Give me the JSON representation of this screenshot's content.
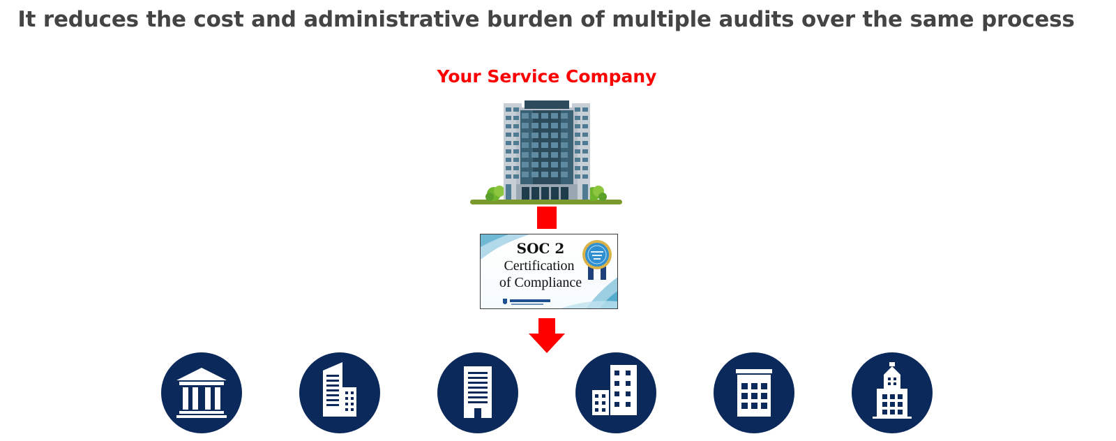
{
  "headline": "It reduces the cost and administrative burden of multiple audits over the same process",
  "company": {
    "title": "Your Service Company",
    "icon": "office-tower-icon"
  },
  "certificate": {
    "title": "SOC 2",
    "line1": "Certification",
    "line2": "of Compliance",
    "seal_icon": "aicpa-soc-seal-icon",
    "logo_icon": "infoguard-logo-icon"
  },
  "clients": [
    {
      "icon": "bank-icon"
    },
    {
      "icon": "office-building-icon"
    },
    {
      "icon": "tall-building-icon"
    },
    {
      "icon": "city-buildings-icon"
    },
    {
      "icon": "apartment-block-icon"
    },
    {
      "icon": "tower-building-icon"
    }
  ],
  "colors": {
    "accent": "#ff0000",
    "navy": "#0b2a5b",
    "title": "#444444",
    "grass": "#7a9a2e"
  }
}
